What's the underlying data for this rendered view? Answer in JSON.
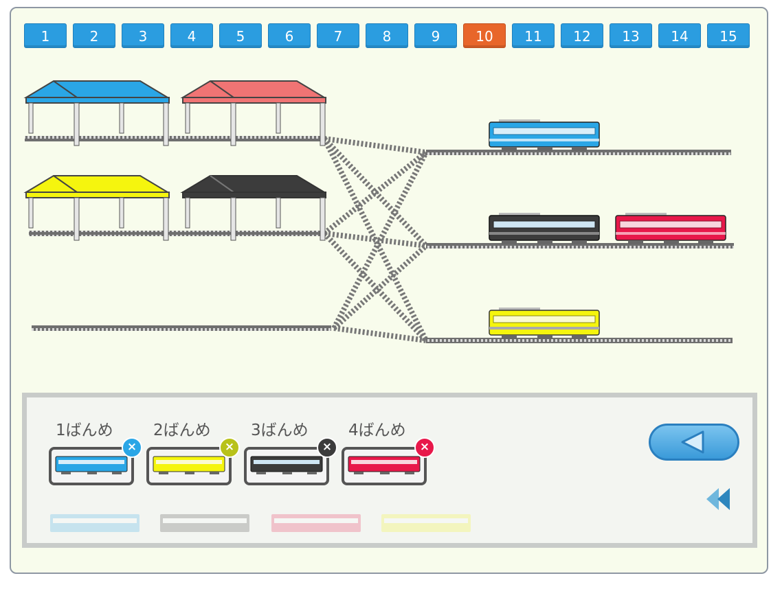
{
  "levels": [
    "1",
    "2",
    "3",
    "4",
    "5",
    "6",
    "7",
    "8",
    "9",
    "10",
    "11",
    "12",
    "13",
    "14",
    "15"
  ],
  "current_level": "10",
  "colors": {
    "blue": "#2aa6e6",
    "red": "#e8184a",
    "yellow": "#f5f50e",
    "black": "#3c3c3c",
    "station_red": "#f07474",
    "track": "#777777",
    "level_button": "#2b9de0",
    "level_active": "#e8662a"
  },
  "stations": [
    {
      "color": "blue"
    },
    {
      "color": "station_red"
    },
    {
      "color": "yellow"
    },
    {
      "color": "black"
    }
  ],
  "trains_on_tracks": [
    {
      "track": 1,
      "color": "blue"
    },
    {
      "track": 2,
      "color": "black"
    },
    {
      "track": 2,
      "color": "red"
    },
    {
      "track": 3,
      "color": "yellow"
    }
  ],
  "order_slots": [
    {
      "label": "1ばんめ",
      "color": "blue",
      "remove_icon": "close-icon"
    },
    {
      "label": "2ばんめ",
      "color": "yellow",
      "remove_icon": "close-icon"
    },
    {
      "label": "3ばんめ",
      "color": "black",
      "remove_icon": "close-icon"
    },
    {
      "label": "4ばんめ",
      "color": "red",
      "remove_icon": "close-icon"
    }
  ],
  "faded_trains": [
    "blue",
    "black",
    "red",
    "yellow"
  ],
  "controls": {
    "play_icon": "triangle-left-icon",
    "rewind_icon": "rewind-icon",
    "remove_mark": "×"
  }
}
